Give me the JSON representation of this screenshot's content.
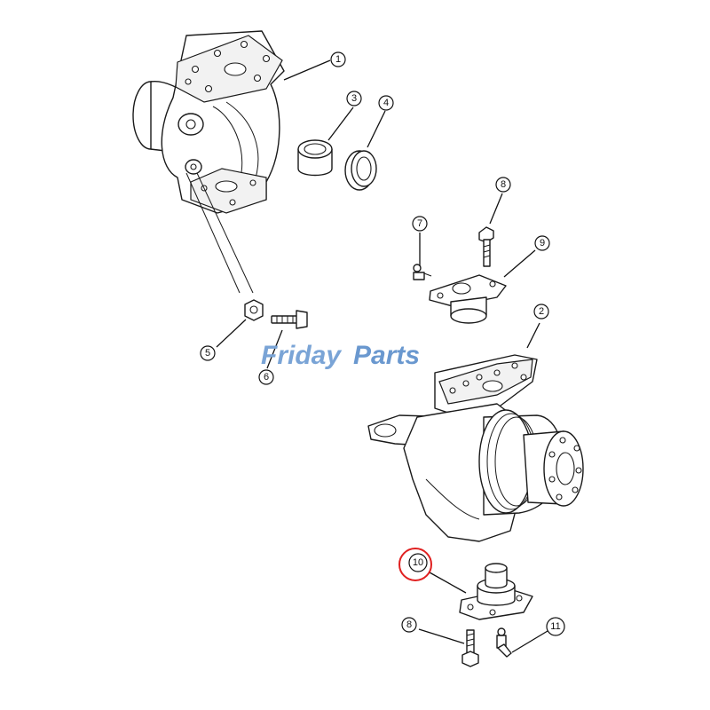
{
  "watermark": {
    "brand_part1": "Friday",
    "brand_part2": "Parts",
    "color_part1": "#7aa4d6",
    "color_part2": "#6a98cf",
    "slash_color": "#f5a623"
  },
  "callouts": [
    {
      "id": "c1",
      "label": "1"
    },
    {
      "id": "c2",
      "label": "2"
    },
    {
      "id": "c3",
      "label": "3"
    },
    {
      "id": "c4",
      "label": "4"
    },
    {
      "id": "c5",
      "label": "5"
    },
    {
      "id": "c6",
      "label": "6"
    },
    {
      "id": "c7",
      "label": "7"
    },
    {
      "id": "c8a",
      "label": "8"
    },
    {
      "id": "c9",
      "label": "9"
    },
    {
      "id": "c10",
      "label": "10",
      "highlighted": true
    },
    {
      "id": "c8b",
      "label": "8"
    },
    {
      "id": "c11",
      "label": "11"
    }
  ],
  "highlight_color": "#e02020"
}
